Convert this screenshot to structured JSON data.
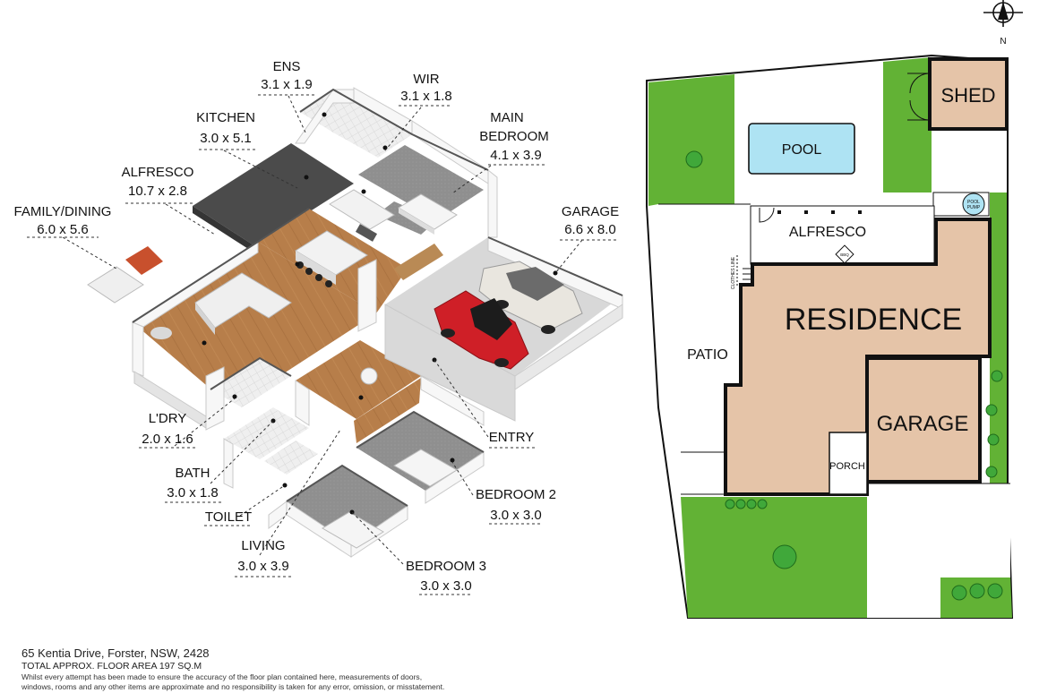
{
  "rooms": {
    "ens": {
      "name": "ENS",
      "dim": "3.1 x 1.9"
    },
    "wir": {
      "name": "WIR",
      "dim": "3.1 x 1.8"
    },
    "kitchen": {
      "name": "KITCHEN",
      "dim": "3.0 x 5.1"
    },
    "main_bedroom": {
      "name1": "MAIN",
      "name2": "BEDROOM",
      "dim": "4.1 x 3.9"
    },
    "alfresco": {
      "name": "ALFRESCO",
      "dim": "10.7 x 2.8"
    },
    "family_dining": {
      "name": "FAMILY/DINING",
      "dim": "6.0 x 5.6"
    },
    "garage": {
      "name": "GARAGE",
      "dim": "6.6 x 8.0"
    },
    "laundry": {
      "name": "L'DRY",
      "dim": "2.0 x 1.6"
    },
    "entry": {
      "name": "ENTRY"
    },
    "bath": {
      "name": "BATH",
      "dim": "3.0 x 1.8"
    },
    "bedroom2": {
      "name": "BEDROOM 2",
      "dim": "3.0 x 3.0"
    },
    "toilet": {
      "name": "TOILET"
    },
    "living": {
      "name": "LIVING",
      "dim": "3.0 x 3.9"
    },
    "bedroom3": {
      "name": "BEDROOM 3",
      "dim": "3.0 x 3.0"
    }
  },
  "site_plan": {
    "shed": "SHED",
    "pool": "POOL",
    "pool_pump_1": "POOL",
    "pool_pump_2": "PUMP",
    "alfresco": "ALFRESCO",
    "bbq": "BBQ",
    "clothes_line": "CLOTHES LINE",
    "patio": "PATIO",
    "residence": "RESIDENCE",
    "garage": "GARAGE",
    "porch": "PORCH"
  },
  "compass": {
    "label": "N"
  },
  "footer": {
    "address": "65 Kentia Drive, Forster, NSW, 2428",
    "floor_area": "TOTAL APPROX. FLOOR AREA 197 SQ.M",
    "disclaimer_1": "Whilst every attempt has been made to ensure the accuracy of the floor plan contained here, measurements of doors,",
    "disclaimer_2": "windows, rooms and any other items are approximate and no responsibility is taken for any error, omission, or misstatement."
  },
  "colors": {
    "lawn": "#62b235",
    "building": "#e5c4a8",
    "pool": "#aee3f3",
    "floor": "#b77e4a",
    "outline": "#111111"
  }
}
